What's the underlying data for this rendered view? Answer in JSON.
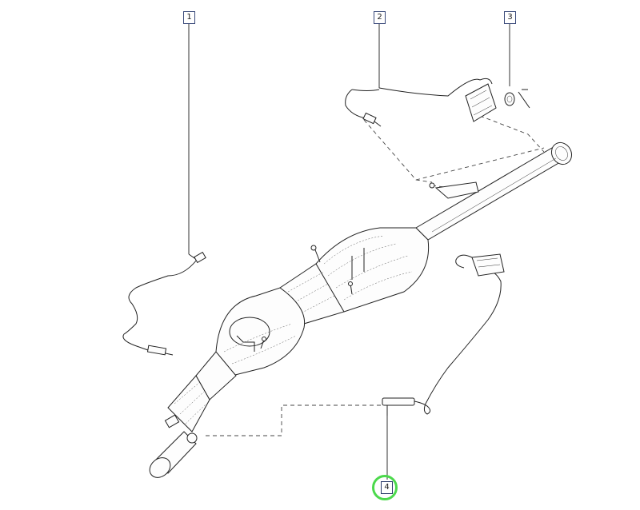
{
  "callouts": [
    {
      "id": "1",
      "label": "1"
    },
    {
      "id": "2",
      "label": "2"
    },
    {
      "id": "3",
      "label": "3"
    },
    {
      "id": "4",
      "label": "4"
    }
  ],
  "highlighted_callout": "4",
  "colors": {
    "line": "#222222",
    "callout_border": "#3a4a7a",
    "highlight_ring": "#4cd94c",
    "background": "#ffffff"
  }
}
